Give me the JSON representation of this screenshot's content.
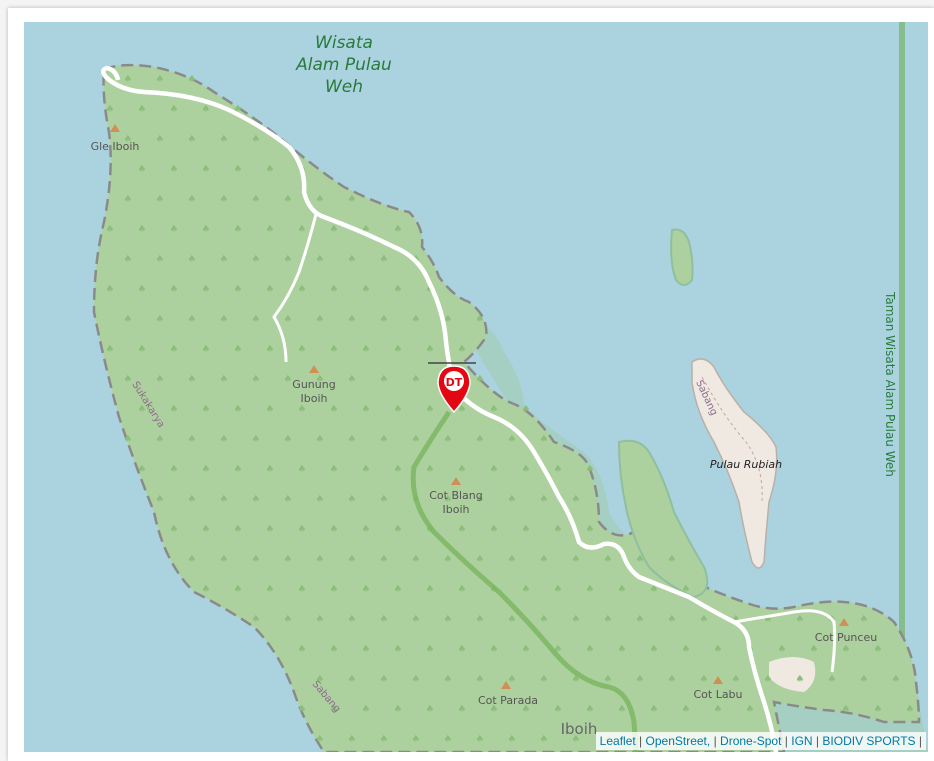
{
  "map": {
    "colors": {
      "sea": "#aad3df",
      "land": "#add19e",
      "road": "#ffffff",
      "trail": "#7bb661",
      "boundary": "#8a8a8a",
      "marker": "#e30613"
    },
    "park_name_lines": [
      "Wisata",
      "Alam Pulau",
      "Weh"
    ],
    "park_vertical_label": "Taman Wisata Alam Pulau Weh",
    "peaks": [
      {
        "name_lines": [
          "Gle Iboih"
        ]
      },
      {
        "name_lines": [
          "Gunung",
          "Iboih"
        ]
      },
      {
        "name_lines": [
          "Cot Blang",
          "Iboih"
        ]
      },
      {
        "name_lines": [
          "Cot Parada"
        ]
      },
      {
        "name_lines": [
          "Cot Labu"
        ]
      },
      {
        "name_lines": [
          "Cot Punceu"
        ]
      }
    ],
    "places": {
      "island": "Pulau Rubiah",
      "village": "Iboih",
      "sabang_island": "Sabang",
      "sabang_southwest": "Sabang",
      "sukakarya": "Sukakarya"
    },
    "marker": {
      "label": "DT",
      "icon": "map-pin-icon"
    },
    "attribution": {
      "items": [
        "Leaflet",
        "OpenStreet,",
        "Drone-Spot",
        "IGN",
        "BIODIV SPORTS"
      ]
    }
  }
}
